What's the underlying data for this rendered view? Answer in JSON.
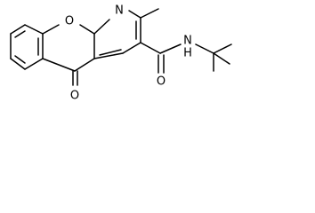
{
  "structure": {
    "atoms": {
      "ring_oxygen": "O",
      "pyridine_nitrogen": "N",
      "carbonyl_oxygen": "O",
      "amide_nitrogen": "N",
      "amide_hydrogen": "H",
      "amide_carbonyl_oxygen": "O"
    },
    "colors": {
      "bond": "#000000",
      "label": "#000000",
      "background": "#ffffff"
    }
  }
}
